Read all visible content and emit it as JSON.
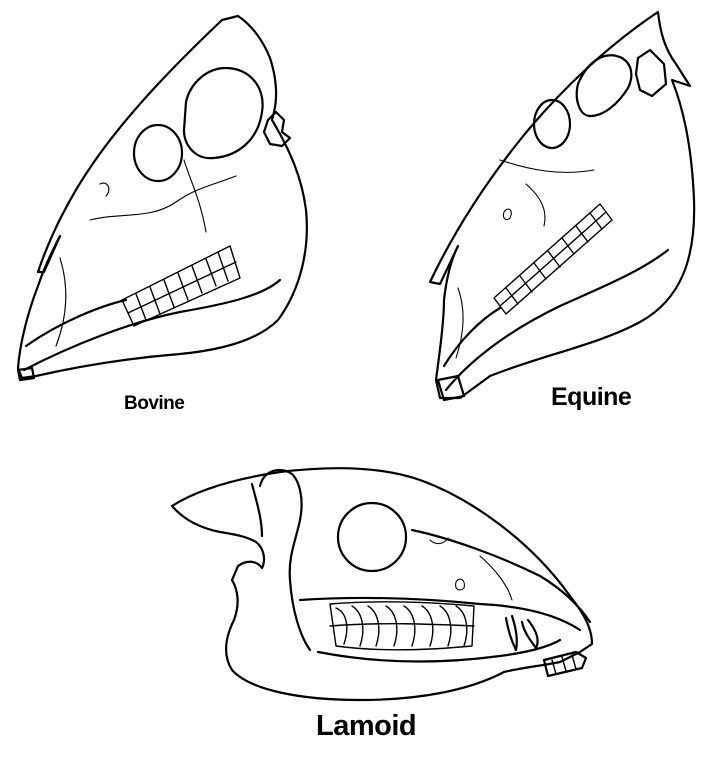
{
  "figure": {
    "labels": {
      "bovine": "Bovine",
      "equine": "Equine",
      "lamoid": "Lamoid"
    },
    "line_color": "#000000",
    "background_color": "#ffffff"
  }
}
